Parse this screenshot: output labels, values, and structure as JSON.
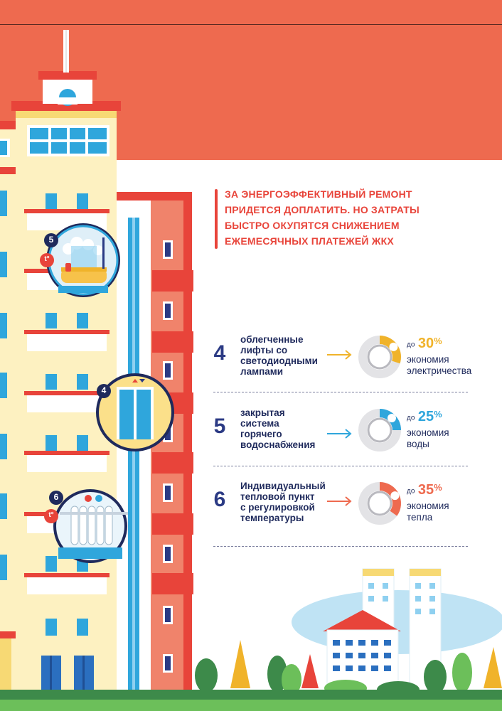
{
  "headline": {
    "lines": [
      "ЗА ЭНЕРГОЭФФЕКТИВНЫЙ РЕМОНТ",
      "ПРИДЕТСЯ ДОПЛАТИТЬ. НО ЗАТРАТЫ",
      "БЫСТРО ОКУПЯТСЯ СНИЖЕНИЕМ",
      "ЕЖЕМЕСЯЧНЫХ ПЛАТЕЖЕЙ ЖКХ"
    ]
  },
  "items": [
    {
      "number": "4",
      "description": [
        "облегченные",
        "лифты со",
        "светодиодными",
        "лампами"
      ],
      "prefix": "до",
      "value": "30",
      "unit": "%",
      "saving": [
        "экономия",
        "электричества"
      ],
      "percent": 30,
      "accent": "#f0b32a",
      "icon": "lightning-icon"
    },
    {
      "number": "5",
      "description": [
        "закрытая",
        "система",
        "горячего",
        "водоснабжения"
      ],
      "prefix": "до",
      "value": "25",
      "unit": "%",
      "saving": [
        "экономия",
        "воды"
      ],
      "percent": 25,
      "accent": "#2fa6dc",
      "icon": "water-drop-icon"
    },
    {
      "number": "6",
      "description": [
        "Индивидуальный",
        "тепловой пункт",
        "с регулировкой",
        "температуры"
      ],
      "prefix": "до",
      "value": "35",
      "unit": "%",
      "saving": [
        "экономия",
        "тепла"
      ],
      "percent": 35,
      "accent": "#ee6a4f",
      "icon": "thermometer-icon"
    }
  ],
  "badges": {
    "bath": "5",
    "elevator": "4",
    "radiator": "6",
    "temp_symbol": "t°"
  },
  "colors": {
    "sky": "#ee6a4f",
    "building": "#fdf1c1",
    "navy": "#1f2a5c",
    "red": "#e8443a"
  }
}
